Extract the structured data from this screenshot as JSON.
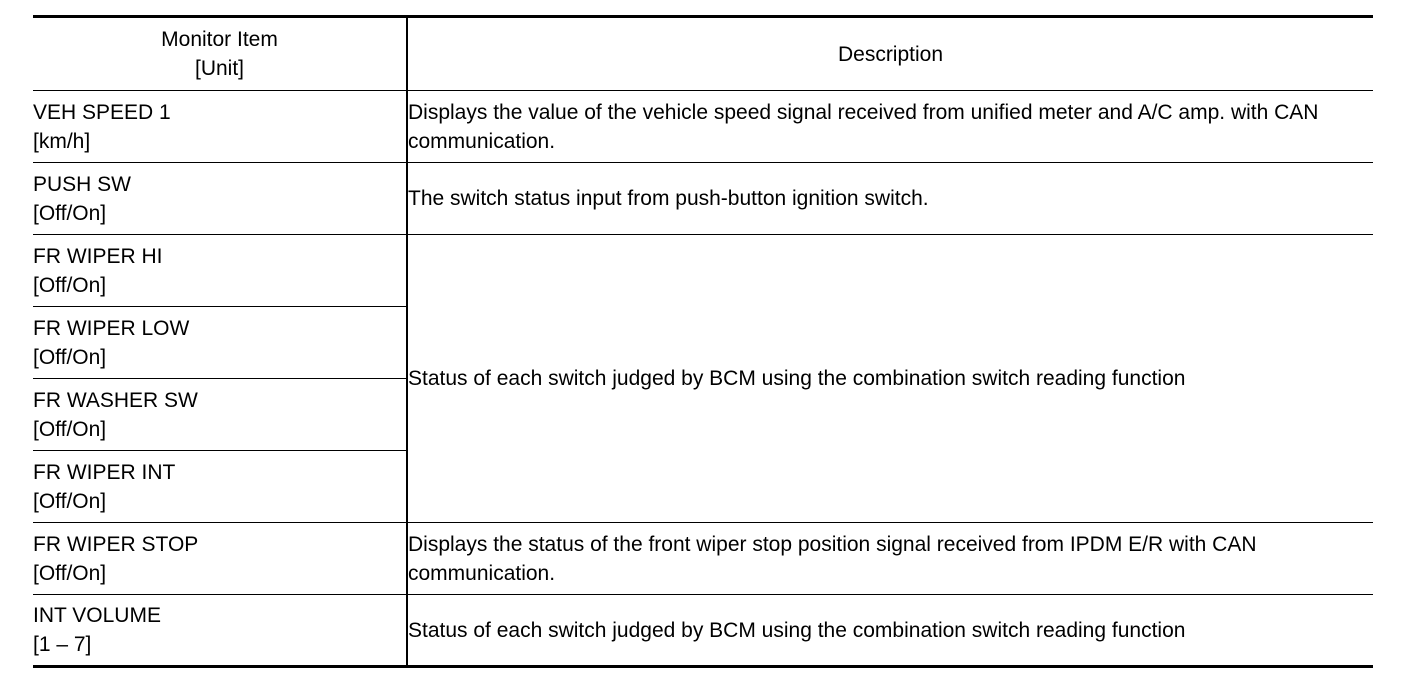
{
  "header": {
    "col1_line1": "Monitor Item",
    "col1_line2": "[Unit]",
    "col2": "Description"
  },
  "rows": [
    {
      "item": "VEH SPEED 1",
      "unit": "[km/h]",
      "description": "Displays the value of the vehicle speed signal received from unified meter and A/C amp. with CAN communication."
    },
    {
      "item": "PUSH SW",
      "unit": "[Off/On]",
      "description": "The switch status input from push-button ignition switch."
    },
    {
      "item": "FR WIPER HI",
      "unit": "[Off/On]",
      "description": "Status of each switch judged by BCM using the combination switch reading function"
    },
    {
      "item": "FR WIPER LOW",
      "unit": "[Off/On]"
    },
    {
      "item": "FR WASHER SW",
      "unit": "[Off/On]"
    },
    {
      "item": "FR WIPER INT",
      "unit": "[Off/On]"
    },
    {
      "item": "FR WIPER STOP",
      "unit": "[Off/On]",
      "description": "Displays the status of the front wiper stop position signal received from IPDM E/R with CAN communication."
    },
    {
      "item": "INT VOLUME",
      "unit": "[1 – 7]",
      "description": "Status of each switch judged by BCM using the combination switch reading function"
    }
  ]
}
